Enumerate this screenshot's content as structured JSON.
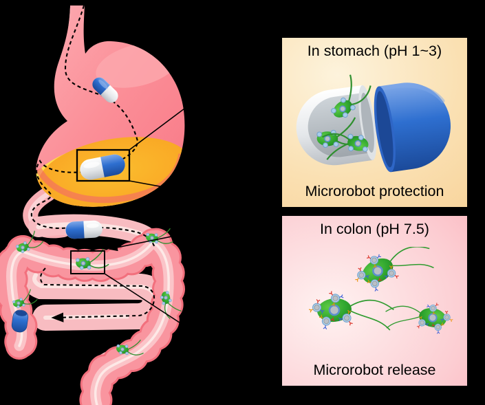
{
  "figure": {
    "background": "#000000",
    "subject": "pH-responsive capsule delivering algae microrobots through the GI tract"
  },
  "panels": {
    "stomach": {
      "title": "In stomach (pH 1~3)",
      "caption": "Microrobot protection",
      "bg_light": "#FDF3DC",
      "bg_dark": "#F7CD8F",
      "border": "#000000"
    },
    "colon": {
      "title": "In colon (pH 7.5)",
      "caption": "Microrobot release",
      "bg_light": "#FEF2F1",
      "bg_dark": "#F9A7B1",
      "border": "#000000"
    }
  },
  "colors": {
    "stomach_pink": "#FB8E97",
    "gastric_acid_orange": "#F9A825",
    "acid_glow_yellow": "#FFDC50",
    "intestine_edge": "#F2707D",
    "intestine_body": "#F9959F",
    "intestine_inner": "#FBC4C8",
    "small_intestine": "#F8BCC1",
    "capsule_blue": "#2E6FD0",
    "capsule_white": "#EDEFF1",
    "microrobot_green": "#2FA52F",
    "transit_path": "#000000"
  }
}
